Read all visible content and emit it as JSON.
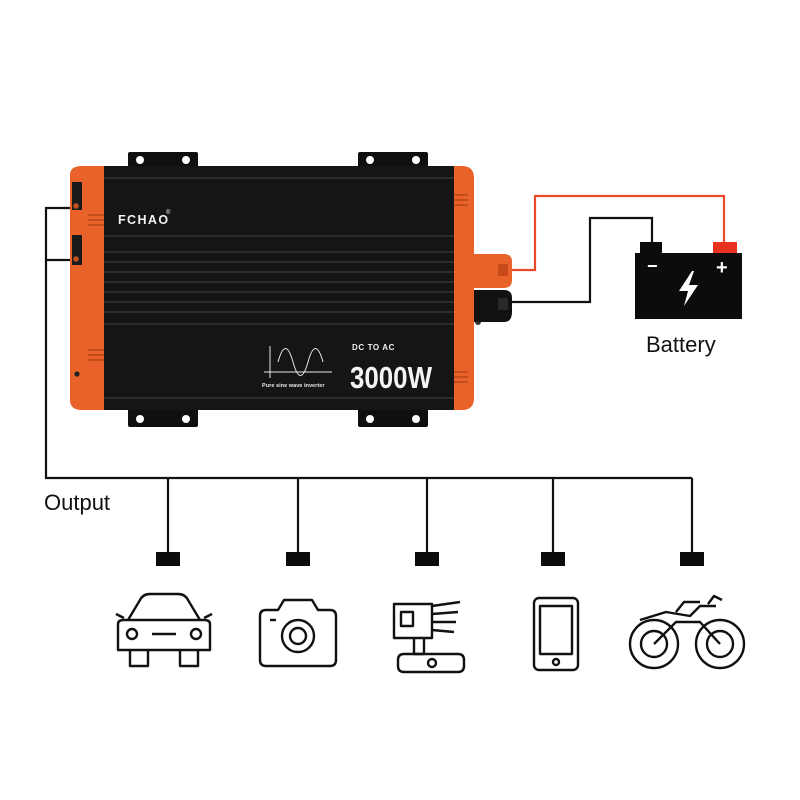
{
  "inverter": {
    "brand": "FCHAO",
    "brand_mark": "®",
    "mode_label": "DC TO AC",
    "power_label": "3000W",
    "subtitle": "Pure sine wave inverter",
    "colors": {
      "body": "#151515",
      "ridge": "#2a2a2a",
      "end_caps": "#e8622a"
    }
  },
  "battery": {
    "label": "Battery",
    "negative_symbol": "−",
    "positive_symbol": "+",
    "colors": {
      "body": "#0c0c0c",
      "positive_terminal": "#e8311e",
      "negative_terminal": "#0c0c0c"
    }
  },
  "wiring": {
    "positive_wire_color": "#ea4a2a",
    "negative_wire_color": "#111111"
  },
  "output": {
    "label": "Output",
    "devices": [
      {
        "name": "car",
        "icon": "car-icon"
      },
      {
        "name": "camera",
        "icon": "camera-icon"
      },
      {
        "name": "drill",
        "icon": "power-tool-icon"
      },
      {
        "name": "phone",
        "icon": "phone-icon"
      },
      {
        "name": "motorcycle",
        "icon": "motorcycle-icon"
      }
    ]
  }
}
